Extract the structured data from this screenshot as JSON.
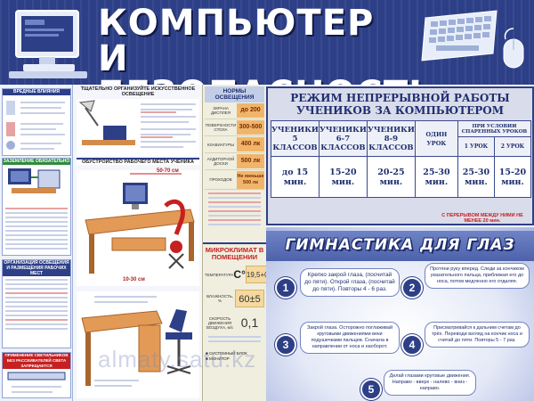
{
  "header": {
    "title_line1": "КОМПЬЮТЕР",
    "title_line2": "И БЕЗОПАСНОСТЬ"
  },
  "left": {
    "box1_title": "ВРЕДНЫЕ ВЛИЯНИЯ",
    "box2_title": "ЗАЗЕМЛЕНИЕ ОБЯЗАТЕЛЬНО",
    "box3_title": "ОРГАНИЗАЦИЯ ОСВЕЩЕНИЯ И РАЗМЕЩЕНИЯ РАБОЧИХ МЕСТ",
    "box4_title": "ПРИМЕНЕНИЕ СВЕТИЛЬНИКОВ БЕЗ РАССЕИВАТЕЛЕЙ СВЕТА ЗАПРЕЩАЕТСЯ"
  },
  "middle": {
    "lighting_head": "ТЩАТЕЛЬНО ОРГАНИЗУЙТЕ ИСКУССТВЕННОЕ ОСВЕЩЕНИЕ",
    "workplace_head": "ОБУСТРОЙСТВО РАБОЧЕГО МЕСТА УЧЕНИКА",
    "dim1": "50-70 см",
    "dim2": "10-30 см"
  },
  "norms": {
    "head": "НОРМЫ ОСВЕЩЕНИЯ",
    "rows": [
      {
        "k": "ЭКРАНА ДИСПЛЕЯ",
        "v": "до 200 лк"
      },
      {
        "k": "ПОВЕРХНОСТИ СТОЛА",
        "v": "300-500 лк"
      },
      {
        "k": "КЛАВИАТУРЫ",
        "v": "400 лк"
      },
      {
        "k": "АУДИТОРНОЙ ДОСКИ",
        "v": "500 лк"
      },
      {
        "k": "ПРОХОДОВ",
        "v": "Не меньше 500 лк"
      }
    ],
    "micro_head": "МИКРОКЛИМАТ В ПОМЕЩЕНИИ",
    "micro": [
      {
        "k": "ТЕМПЕРАТУРА",
        "unit": "C°",
        "v": "19,5+0,5"
      },
      {
        "k": "ВЛАЖНОСТЬ, %",
        "unit": "",
        "v": "60±5"
      },
      {
        "k": "СКОРОСТЬ ДВИЖЕНИЯ ВОЗДУХА, м/с",
        "unit": "",
        "v": "0,1"
      }
    ],
    "bottom1": "■ СИСТЕМНЫЙ БЛОК",
    "bottom2": "■ МОНИТОР"
  },
  "schedule": {
    "title": "РЕЖИМ НЕПРЕРЫВНОЙ РАБОТЫ УЧЕНИКОВ ЗА КОМПЬЮТЕРОМ",
    "headers": [
      "УЧЕНИКИ 5 КЛАССОВ",
      "УЧЕНИКИ 6-7 КЛАССОВ",
      "УЧЕНИКИ 8-9 КЛАССОВ",
      "ОДИН УРОК"
    ],
    "paired_head": "ПРИ УСЛОВИИ СПАРЕННЫХ УРОКОВ",
    "paired_sub": [
      "1 УРОК",
      "2 УРОК"
    ],
    "values": [
      "до 15 мин.",
      "15-20 мин.",
      "20-25 мин.",
      "25-30 мин.",
      "25-30 мин.",
      "15-20 мин."
    ],
    "break_note": "С ПЕРЕРЫВОМ МЕЖДУ НИМИ НЕ МЕНЕЕ 20 мин."
  },
  "gym": {
    "title": "ГИМНАСТИКА ДЛЯ ГЛАЗ",
    "steps": [
      {
        "n": "1",
        "text": "Крепко закрой глаза, (посчитай до пяти). Открой глаза, (посчитай до пяти). Повторы 4 - 6 раз."
      },
      {
        "n": "2",
        "text": "Протяни руку вперед. Следи за кончиком указательного пальца, приближая его до носа, потом медленно его отдаляя."
      },
      {
        "n": "3",
        "text": "Закрой глаза. Осторожно поглаживай круговыми движениями веки подушечками пальцев. Сначала в направлении от носа и наоборот."
      },
      {
        "n": "4",
        "text": "Присматривайся к дальним счетам до трёх. Переводи взгляд на кончик носа и считай до пяти. Повторы 5 - 7 раз."
      },
      {
        "n": "5",
        "text": "Делай глазами круговые движения. Направо - вверх - налево - вниз - направо."
      }
    ],
    "watermark": "almaty.satu.kz"
  },
  "colors": {
    "navy": "#2d3f86",
    "red": "#c62020",
    "orange": "#f0b56a"
  }
}
